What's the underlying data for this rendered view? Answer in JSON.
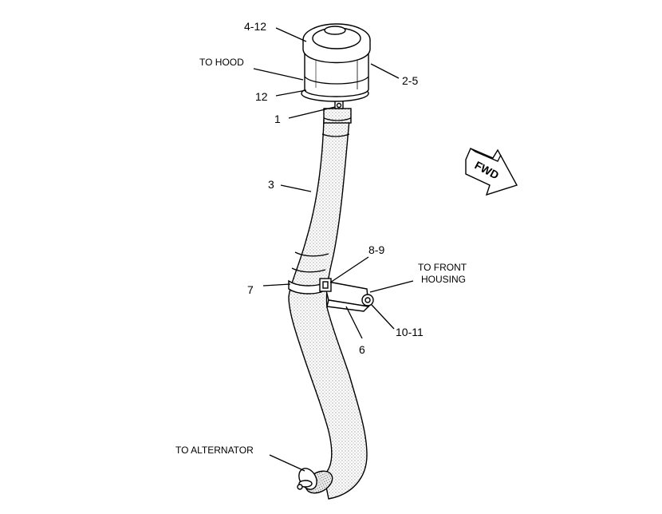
{
  "callouts": {
    "c_4_12": "4-12",
    "c_2_5": "2-5",
    "c_12": "12",
    "c_1": "1",
    "c_3": "3",
    "c_8_9": "8-9",
    "c_7": "7",
    "c_10_11": "10-11",
    "c_6": "6"
  },
  "notes": {
    "to_hood": "TO HOOD",
    "to_front_line1": "TO FRONT",
    "to_front_line2": "HOUSING",
    "to_alternator": "TO ALTERNATOR"
  },
  "direction_arrow": {
    "label": "FWD"
  }
}
